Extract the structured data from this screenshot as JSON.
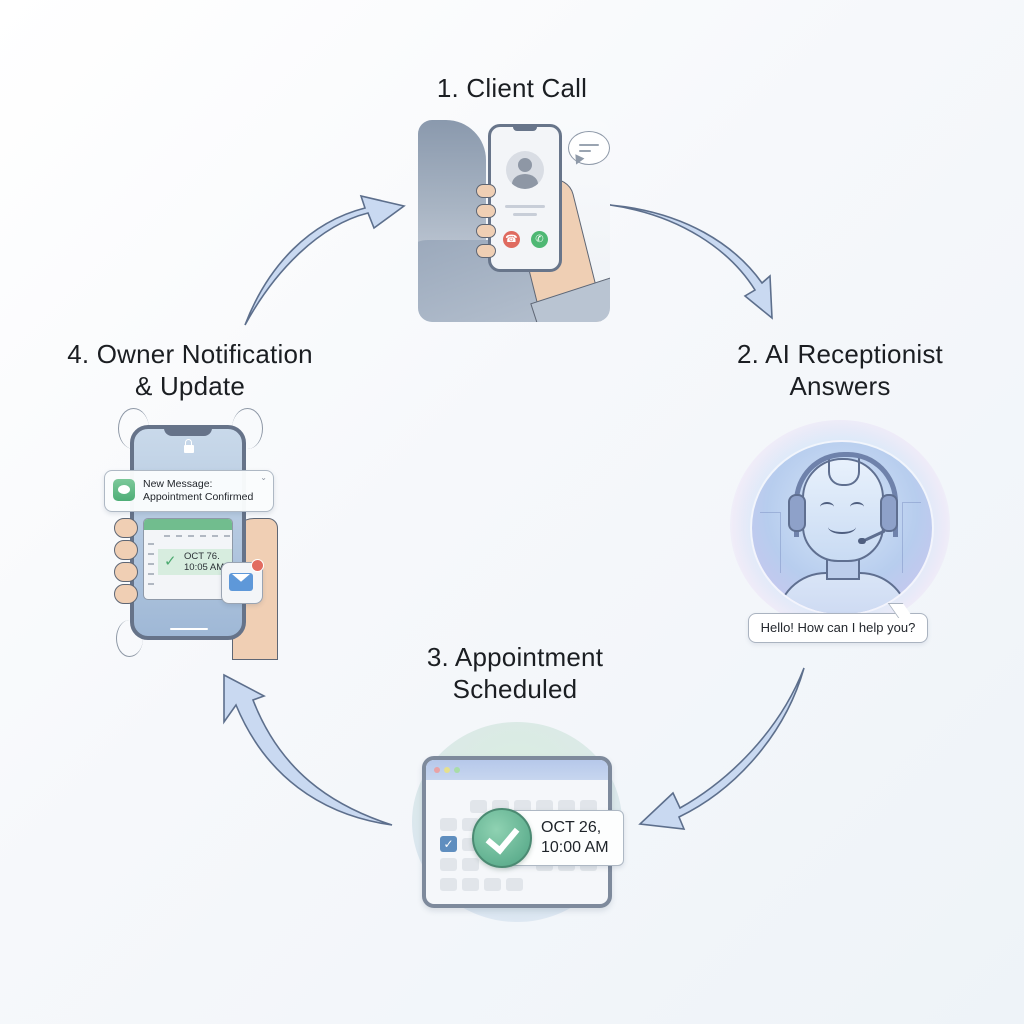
{
  "diagram": {
    "type": "cycle",
    "title": "",
    "arrow_color": "#c9d9f1",
    "arrow_stroke": "#5d6f8c",
    "steps": [
      {
        "id": "client-call",
        "number": 1,
        "label_lines": [
          "1. Client Call"
        ],
        "illustration": "person holding smartphone with incoming call",
        "icons": [
          "person-icon",
          "smartphone-icon",
          "contact-avatar-icon",
          "decline-call-icon",
          "accept-call-icon",
          "speech-bubble-icon"
        ]
      },
      {
        "id": "ai-receptionist",
        "number": 2,
        "label_lines": [
          "2. AI Receptionist",
          "Answers"
        ],
        "illustration": "smiling robot with headset",
        "speech_bubble": "Hello! How can I help you?",
        "icons": [
          "robot-icon",
          "headset-icon"
        ]
      },
      {
        "id": "appointment-scheduled",
        "number": 3,
        "label_lines": [
          "3. Appointment",
          "Scheduled"
        ],
        "illustration": "calendar window with confirmation check",
        "date_chip": [
          "OCT 26,",
          "10:00 AM"
        ],
        "icons": [
          "calendar-icon",
          "check-circle-icon",
          "checkbox-icon"
        ]
      },
      {
        "id": "owner-notification",
        "number": 4,
        "label_lines": [
          "4. Owner Notification",
          "& Update"
        ],
        "illustration": "hand holding vibrating phone with notification",
        "notification": {
          "title": "New Message:",
          "body": "Appointment Confirmed"
        },
        "mini_calendar_text": [
          "OCT 76.",
          "10:05 AM"
        ],
        "icons": [
          "message-app-icon",
          "lock-icon",
          "mail-icon",
          "notification-dot-icon"
        ]
      }
    ],
    "flow": [
      {
        "from": "client-call",
        "to": "ai-receptionist"
      },
      {
        "from": "ai-receptionist",
        "to": "appointment-scheduled"
      },
      {
        "from": "appointment-scheduled",
        "to": "owner-notification"
      },
      {
        "from": "owner-notification",
        "to": "client-call"
      }
    ]
  }
}
